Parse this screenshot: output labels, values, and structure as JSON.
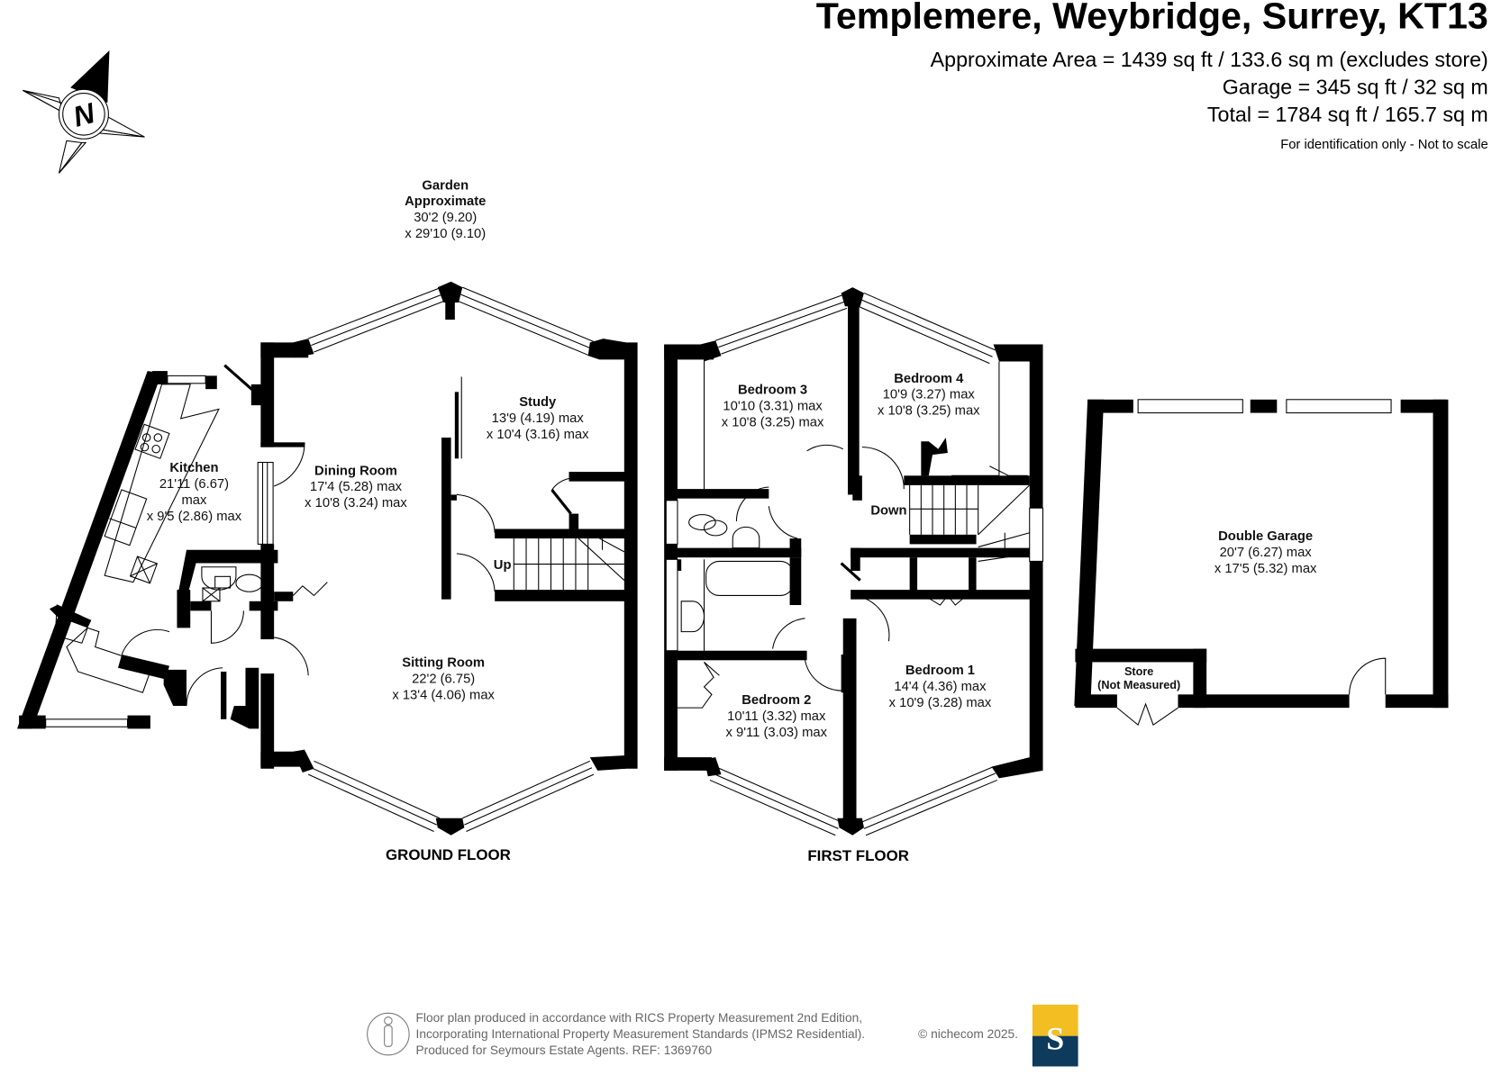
{
  "header": {
    "title": "Templemere, Weybridge, Surrey, KT13",
    "approx_area": "Approximate Area = 1439 sq ft / 133.6 sq m (excludes store)",
    "garage_area": "Garage = 345 sq ft / 32 sq m",
    "total_area": "Total = 1784 sq ft / 165.7 sq m",
    "disclaimer": "For identification only - Not to scale"
  },
  "compass": {
    "letter": "N"
  },
  "garden": {
    "name": "Garden",
    "qualifier": "Approximate",
    "dim1": "30'2 (9.20)",
    "dim2": "x 29'10 (9.10)"
  },
  "floors": {
    "ground": {
      "label": "GROUND FLOOR",
      "rooms": {
        "kitchen": {
          "name": "Kitchen",
          "dim1": "21'11 (6.67)",
          "dim1b": "max",
          "dim2": "x 9'5 (2.86) max"
        },
        "dining": {
          "name": "Dining Room",
          "dim1": "17'4 (5.28) max",
          "dim2": "x 10'8 (3.24) max"
        },
        "study": {
          "name": "Study",
          "dim1": "13'9 (4.19) max",
          "dim2": "x 10'4 (3.16) max"
        },
        "sitting": {
          "name": "Sitting Room",
          "dim1": "22'2 (6.75)",
          "dim2": "x 13'4 (4.06) max"
        }
      },
      "stairs_label": "Up"
    },
    "first": {
      "label": "FIRST FLOOR",
      "rooms": {
        "bedroom3": {
          "name": "Bedroom 3",
          "dim1": "10'10 (3.31) max",
          "dim2": "x 10'8 (3.25) max"
        },
        "bedroom4": {
          "name": "Bedroom 4",
          "dim1": "10'9 (3.27) max",
          "dim2": "x 10'8 (3.25) max"
        },
        "bedroom1": {
          "name": "Bedroom 1",
          "dim1": "14'4 (4.36) max",
          "dim2": "x 10'9 (3.28) max"
        },
        "bedroom2": {
          "name": "Bedroom 2",
          "dim1": "10'11 (3.32) max",
          "dim2": "x 9'11 (3.03) max"
        }
      },
      "stairs_label": "Down"
    },
    "garage": {
      "rooms": {
        "garage": {
          "name": "Double Garage",
          "dim1": "20'7 (6.27) max",
          "dim2": "x 17'5 (5.32) max"
        },
        "store": {
          "name": "Store",
          "note": "(Not Measured)"
        }
      }
    }
  },
  "footer": {
    "line1": "Floor plan produced in accordance with RICS Property Measurement 2nd Edition,",
    "line2": "Incorporating International Property Measurement Standards (IPMS2 Residential).",
    "copyright": "© nichecom 2025.",
    "line3": "Produced for Seymours Estate Agents.   REF: 1369760",
    "logo_letter": "S",
    "colors": {
      "logo_top": "#F2BE22",
      "logo_bottom": "#0E3A5C",
      "text": "#666666"
    }
  }
}
